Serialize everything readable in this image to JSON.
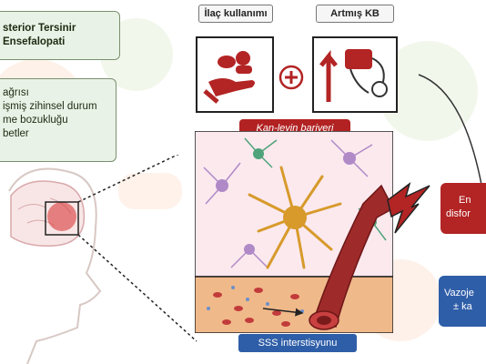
{
  "left": {
    "title_lines": [
      "sterior Tersinir",
      "Ensefalopati"
    ],
    "symptoms": [
      "ağrısı",
      "işmiş zihinsel durum",
      "me bozukluğu",
      "betler"
    ]
  },
  "drug": {
    "header": "İlaç kullanımı",
    "icon": "pills-hand-icon"
  },
  "bp": {
    "header": "Artmış KB",
    "icon": "blood-pressure-icon"
  },
  "plus_symbol": "+",
  "bbb_label": "Kan-leyin bariyeri",
  "csf_label": "SSS interstisyunu",
  "endo_lines": [
    "En",
    "disfor"
  ],
  "vazo_lines": [
    "Vazoje",
    "± ka"
  ],
  "colors": {
    "red": "#b32424",
    "blue": "#2f5ea8",
    "green_box": "#e9f2e6",
    "astrocyte": "#d79a2b",
    "vessel": "#9e2a2a"
  }
}
